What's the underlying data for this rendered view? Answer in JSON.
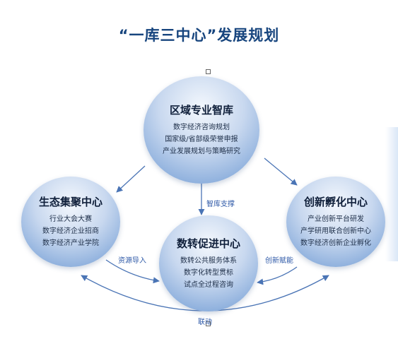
{
  "title": "“一库三中心”发展规划",
  "nodes": {
    "top": {
      "title": "区域专业智库",
      "lines": [
        "数字经济咨询规划",
        "国家级/省部级荣誉申报",
        "产业发展规划与策略研究"
      ]
    },
    "left": {
      "title": "生态集聚中心",
      "lines": [
        "行业大会大赛",
        "数字经济企业招商",
        "数字经济产业学院"
      ]
    },
    "right": {
      "title": "创新孵化中心",
      "lines": [
        "产业创新平台研发",
        "产学研用联合创新中心",
        "数字经济创新企业孵化"
      ]
    },
    "bottom": {
      "title": "数转促进中心",
      "lines": [
        "数转公共服务体系",
        "数字化转型贯标",
        "试点全过程咨询"
      ]
    }
  },
  "edges": {
    "top_to_bottom": "智库支撑",
    "left_to_bottom": "资源导入",
    "right_to_bottom": "创新赋能",
    "left_right_link": "联动"
  },
  "colors": {
    "title": "#17457e",
    "arrow": "#4a74b5",
    "label": "#2f5aa8"
  }
}
